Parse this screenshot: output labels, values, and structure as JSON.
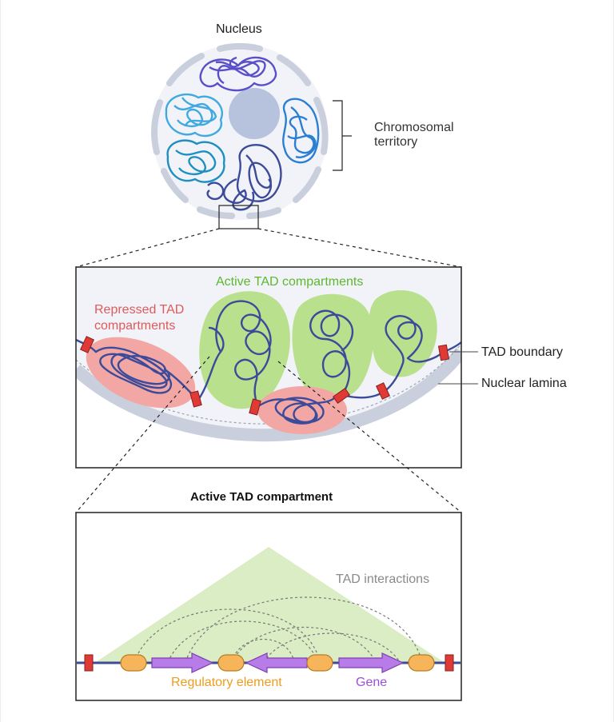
{
  "labels": {
    "nucleus": "Nucleus",
    "chromosomal_territory": "Chromosomal\nterritory",
    "active_tad_compartments": "Active TAD compartments",
    "repressed_tad_compartments": "Repressed TAD\ncompartments",
    "tad_boundary": "TAD boundary",
    "nuclear_lamina": "Nuclear lamina",
    "active_tad_compartment": "Active TAD compartment",
    "tad_interactions": "TAD interactions",
    "regulatory_element": "Regulatory element",
    "gene": "Gene"
  },
  "colors": {
    "chromatin": "#3c4a9a",
    "active_fill": "#b9e08c",
    "repressed_fill": "#f2a7a4",
    "boundary": "#e03a36",
    "regulatory": "#f6b55a",
    "gene": "#b77ce8",
    "lamina": "#c9cfdc"
  }
}
